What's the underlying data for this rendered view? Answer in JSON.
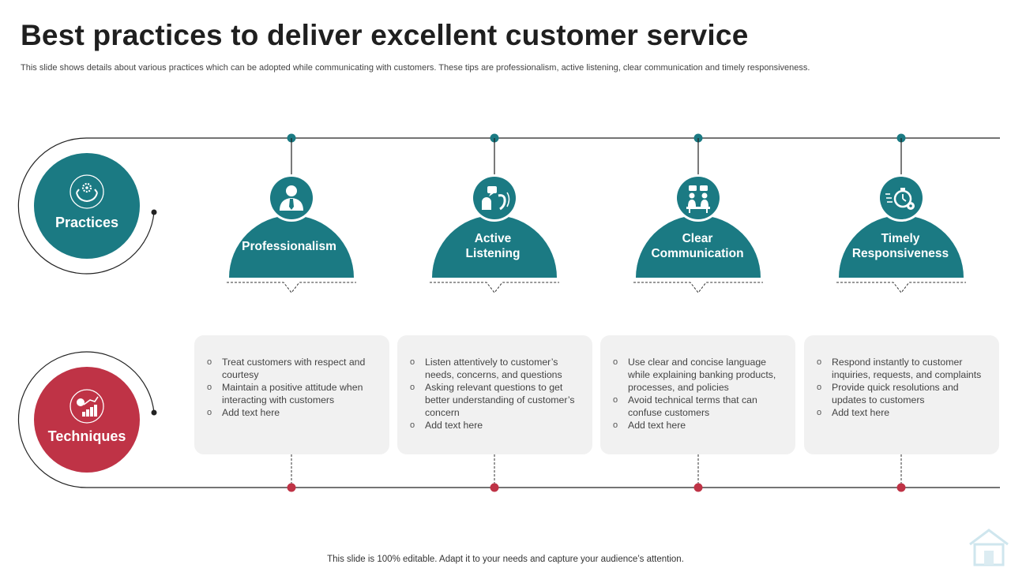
{
  "title": "Best practices to deliver excellent customer service",
  "subtitle": "This slide shows details about various practices which can be adopted while communicating with customers. These tips are professionalism, active listening, clear communication and timely responsiveness.",
  "footer": "This slide is 100% editable. Adapt it to your needs and capture your audience’s attention.",
  "colors": {
    "teal": "#1b7a83",
    "red": "#bf3346",
    "card_bg": "#f1f1f1",
    "line": "#222222"
  },
  "hubs": [
    {
      "label": "Practices",
      "icon": "hands-gear-icon"
    },
    {
      "label": "Techniques",
      "icon": "growth-chart-icon"
    }
  ],
  "practices": [
    {
      "label": "Professionalism",
      "icon": "businessman-icon",
      "tips": [
        "Treat customers with respect and courtesy",
        "Maintain a positive attitude when interacting with customers",
        "Add text here"
      ]
    },
    {
      "label": "Active Listening",
      "icon": "listening-ear-icon",
      "tips": [
        "Listen attentively to customer’s needs, concerns, and questions",
        "Asking relevant  questions to get better understanding of customer’s concern",
        "Add text here"
      ]
    },
    {
      "label": "Clear Communication",
      "icon": "conversation-icon",
      "tips": [
        "Use clear and concise language while explaining banking products, processes, and policies",
        "Avoid technical terms that can confuse customers",
        "Add text here"
      ]
    },
    {
      "label": "Timely Responsiveness",
      "icon": "fast-stopwatch-icon",
      "tips": [
        "Respond instantly to customer inquiries, requests, and complaints",
        "Provide  quick resolutions and updates to customers",
        "Add text here"
      ]
    }
  ]
}
